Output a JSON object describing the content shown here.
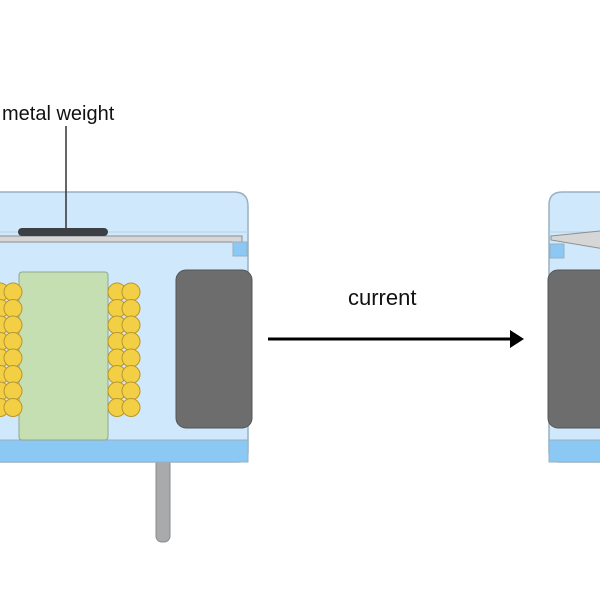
{
  "labels": {
    "metal_weight": "metal weight",
    "current": "current"
  },
  "colors": {
    "housing": "#cfe8fb",
    "housing_stroke": "#9ab0c2",
    "base_strip": "#8cc8f4",
    "core": "#c6dfb2",
    "coil": "#f3cf46",
    "coil_stroke": "#b8962a",
    "magnet": "#6d6d6d",
    "weight": "#3b4045",
    "plate": "#d6d6d6",
    "pin": "#a9aaac",
    "arrow": "#000000"
  },
  "icons": {
    "arrow": "right-arrow",
    "device_left": "speaker-resting-state",
    "device_right": "speaker-activated-state"
  }
}
